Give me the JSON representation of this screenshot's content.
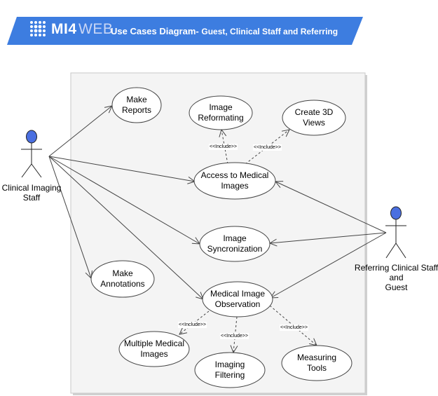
{
  "header": {
    "logo_main": "MI4",
    "logo_secondary": "WEB",
    "title": "Use Cases Diagram-",
    "subtitle": "Guest, Clinical Staff and Referring",
    "banner_color": "#3d7de0"
  },
  "actors": {
    "clinical": {
      "label_line1": "Clinical Imaging",
      "label_line2": "Staff"
    },
    "referring": {
      "label_line1": "Referring Clinical Staff",
      "label_line2": "and",
      "label_line3": "Guest"
    },
    "head_color": "#4a6fe0"
  },
  "use_cases": {
    "make_reports": {
      "line1": "Make",
      "line2": "Reports"
    },
    "image_reformating": {
      "line1": "Image",
      "line2": "Reformating"
    },
    "create_3d_views": {
      "line1": "Create 3D",
      "line2": "Views"
    },
    "access_medical_images": {
      "line1": "Access to Medical",
      "line2": "Images"
    },
    "image_syncronization": {
      "line1": "Image",
      "line2": "Syncronization"
    },
    "make_annotations": {
      "line1": "Make",
      "line2": "Annotations"
    },
    "medical_image_observation": {
      "line1": "Medical Image",
      "line2": "Observation"
    },
    "multiple_medical_images": {
      "line1": "Multiple Medical",
      "line2": "Images"
    },
    "imaging_filtering": {
      "line1": "Imaging",
      "line2": "Filtering"
    },
    "measuring_tools": {
      "line1": "Measuring",
      "line2": "Tools"
    }
  },
  "include_label": "<<Include>>",
  "colors": {
    "boundary_fill": "#f4f4f4",
    "boundary_shadow": "#d0d0d0",
    "line": "#444444"
  }
}
